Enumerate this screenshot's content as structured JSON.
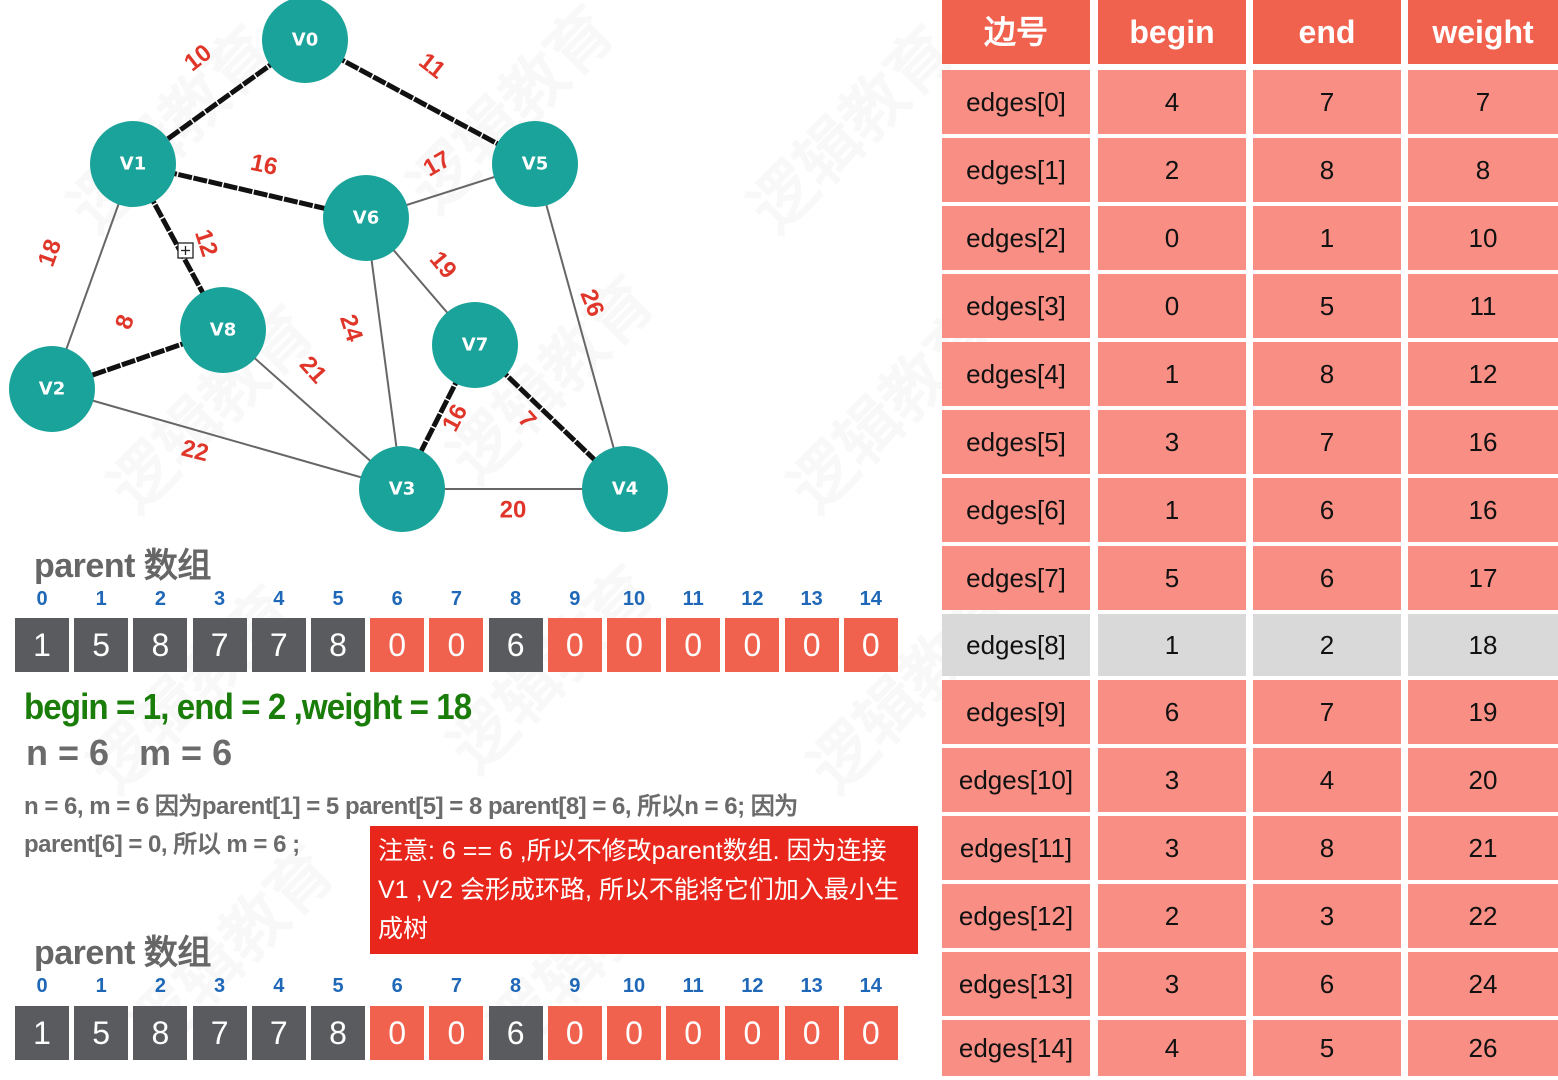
{
  "graph": {
    "nodes": [
      {
        "id": "V0",
        "label": "V0"
      },
      {
        "id": "V1",
        "label": "V1"
      },
      {
        "id": "V2",
        "label": "V2"
      },
      {
        "id": "V3",
        "label": "V3"
      },
      {
        "id": "V4",
        "label": "V4"
      },
      {
        "id": "V5",
        "label": "V5"
      },
      {
        "id": "V6",
        "label": "V6"
      },
      {
        "id": "V7",
        "label": "V7"
      },
      {
        "id": "V8",
        "label": "V8"
      }
    ],
    "edges": [
      {
        "from": "V0",
        "to": "V1",
        "weight": "10",
        "in_tree": true
      },
      {
        "from": "V0",
        "to": "V5",
        "weight": "11",
        "in_tree": true
      },
      {
        "from": "V1",
        "to": "V6",
        "weight": "16",
        "in_tree": true
      },
      {
        "from": "V1",
        "to": "V8",
        "weight": "12",
        "in_tree": true
      },
      {
        "from": "V1",
        "to": "V2",
        "weight": "18",
        "in_tree": false
      },
      {
        "from": "V5",
        "to": "V6",
        "weight": "17",
        "in_tree": false
      },
      {
        "from": "V5",
        "to": "V4",
        "weight": "26",
        "in_tree": false
      },
      {
        "from": "V6",
        "to": "V7",
        "weight": "19",
        "in_tree": false
      },
      {
        "from": "V6",
        "to": "V3",
        "weight": "24",
        "in_tree": false
      },
      {
        "from": "V8",
        "to": "V2",
        "weight": "8",
        "in_tree": true
      },
      {
        "from": "V8",
        "to": "V3",
        "weight": "21",
        "in_tree": false
      },
      {
        "from": "V2",
        "to": "V3",
        "weight": "22",
        "in_tree": false
      },
      {
        "from": "V7",
        "to": "V3",
        "weight": "16",
        "in_tree": true
      },
      {
        "from": "V7",
        "to": "V4",
        "weight": "7",
        "in_tree": true
      },
      {
        "from": "V3",
        "to": "V4",
        "weight": "20",
        "in_tree": false
      }
    ],
    "node_color": "#1aa39a",
    "tree_edge_color": "#111111",
    "edge_color": "#666666",
    "weight_color": "#e0362a"
  },
  "parent_top": {
    "title": "parent 数组",
    "indices": [
      "0",
      "1",
      "2",
      "3",
      "4",
      "5",
      "6",
      "7",
      "8",
      "9",
      "10",
      "11",
      "12",
      "13",
      "14"
    ],
    "values": [
      "1",
      "5",
      "8",
      "7",
      "7",
      "8",
      "0",
      "0",
      "6",
      "0",
      "0",
      "0",
      "0",
      "0",
      "0"
    ],
    "dark_cells": [
      0,
      1,
      2,
      3,
      4,
      5,
      8
    ]
  },
  "status": {
    "current_edge": "begin = 1, end = 2 ,weight = 18",
    "nm": "n = 6   m = 6",
    "explanation": "n = 6, m = 6  因为parent[1] = 5 parent[5] = 8 parent[8] = 6, 所以n = 6;  因为parent[6] = 0, 所以 m = 6 ;",
    "note": "注意: 6 == 6 ,所以不修改parent数组. 因为连接 V1 ,V2 会形成环路, 所以不能将它们加入最小生成树"
  },
  "parent_bottom": {
    "title": "parent 数组",
    "indices": [
      "0",
      "1",
      "2",
      "3",
      "4",
      "5",
      "6",
      "7",
      "8",
      "9",
      "10",
      "11",
      "12",
      "13",
      "14"
    ],
    "values": [
      "1",
      "5",
      "8",
      "7",
      "7",
      "8",
      "0",
      "0",
      "6",
      "0",
      "0",
      "0",
      "0",
      "0",
      "0"
    ],
    "dark_cells": [
      0,
      1,
      2,
      3,
      4,
      5,
      8
    ]
  },
  "edge_table": {
    "headers": [
      "边号",
      "begin",
      "end",
      "weight"
    ],
    "rows": [
      [
        "edges[0]",
        "4",
        "7",
        "7"
      ],
      [
        "edges[1]",
        "2",
        "8",
        "8"
      ],
      [
        "edges[2]",
        "0",
        "1",
        "10"
      ],
      [
        "edges[3]",
        "0",
        "5",
        "11"
      ],
      [
        "edges[4]",
        "1",
        "8",
        "12"
      ],
      [
        "edges[5]",
        "3",
        "7",
        "16"
      ],
      [
        "edges[6]",
        "1",
        "6",
        "16"
      ],
      [
        "edges[7]",
        "5",
        "6",
        "17"
      ],
      [
        "edges[8]",
        "1",
        "2",
        "18"
      ],
      [
        "edges[9]",
        "6",
        "7",
        "19"
      ],
      [
        "edges[10]",
        "3",
        "4",
        "20"
      ],
      [
        "edges[11]",
        "3",
        "8",
        "21"
      ],
      [
        "edges[12]",
        "2",
        "3",
        "22"
      ],
      [
        "edges[13]",
        "3",
        "6",
        "24"
      ],
      [
        "edges[14]",
        "4",
        "5",
        "26"
      ]
    ],
    "highlighted_row": 8,
    "header_color": "#f0614e",
    "cell_color": "#f98f84",
    "highlight_color": "#d9d9d9"
  },
  "watermark": "逻辑教育"
}
